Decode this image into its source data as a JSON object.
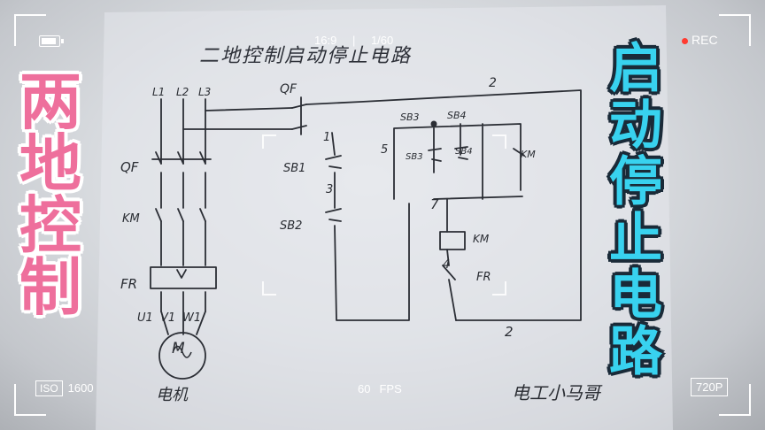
{
  "camera": {
    "rec_label": "REC",
    "aspect_ratio": "16:9",
    "ratio_separator": "|",
    "shutter": "1/60",
    "iso_label": "ISO",
    "iso_value": "1600",
    "fps_value": "60",
    "fps_label": "FPS",
    "resolution": "720P",
    "rec_dot_color": "#ff3b30",
    "battery_icon": "battery-icon"
  },
  "overlay": {
    "left_title": [
      "两",
      "地",
      "控",
      "制"
    ],
    "right_title": [
      "启",
      "动",
      "停",
      "止",
      "电",
      "路"
    ],
    "left_color": "#ee6f9c",
    "right_color": "#38d2ef"
  },
  "diagram": {
    "heading": "二地控制启动停止电路",
    "phases": [
      "L1",
      "L2",
      "L3"
    ],
    "breaker": "QF",
    "contactor": "KM",
    "relay": "FR",
    "terminals": [
      "U1",
      "V1",
      "W1"
    ],
    "motor_label": "M",
    "motor_caption": "电机",
    "switch_main": "QF",
    "sb1": "SB1",
    "sb2": "SB2",
    "sb3": "SB3",
    "sb4": "SB4",
    "km_aux": "KM",
    "km_coil": "KM",
    "fr_contact": "FR",
    "node_1": "1",
    "node_2_top": "2",
    "node_2_bottom": "2",
    "node_3": "3",
    "node_4": "4",
    "node_5": "5",
    "node_7": "7",
    "signature": "电工小马哥"
  }
}
